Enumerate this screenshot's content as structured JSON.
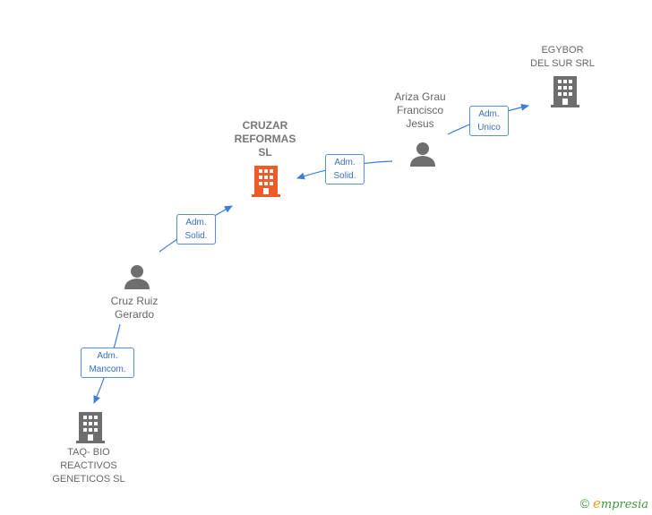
{
  "colors": {
    "edge": "#3d7fd6",
    "company_icon": "#6e6e6e",
    "main_company_icon": "#f05a28",
    "person_icon": "#6e6e6e"
  },
  "nodes": {
    "egybor": {
      "line1": "EGYBOR",
      "line2": "DEL SUR SRL",
      "icon": "building-icon"
    },
    "ariza": {
      "line1": "Ariza Grau",
      "line2": "Francisco",
      "line3": "Jesus",
      "icon": "person-icon"
    },
    "cruzar": {
      "line1": "CRUZAR",
      "line2": "REFORMAS",
      "line3": "SL",
      "icon": "building-icon"
    },
    "cruz": {
      "line1": "Cruz Ruiz",
      "line2": "Gerardo",
      "icon": "person-icon"
    },
    "taq": {
      "line1": "TAQ- BIO",
      "line2": "REACTIVOS",
      "line3": "GENETICOS SL",
      "icon": "building-icon"
    }
  },
  "edges": {
    "ariza_egybor": {
      "line1": "Adm.",
      "line2": "Unico"
    },
    "ariza_cruzar": {
      "line1": "Adm.",
      "line2": "Solid."
    },
    "cruz_cruzar": {
      "line1": "Adm.",
      "line2": "Solid."
    },
    "cruz_taq": {
      "line1": "Adm.",
      "line2": "Mancom."
    }
  },
  "brand": {
    "copyright": "©",
    "initial": "e",
    "rest": "mpresia"
  }
}
